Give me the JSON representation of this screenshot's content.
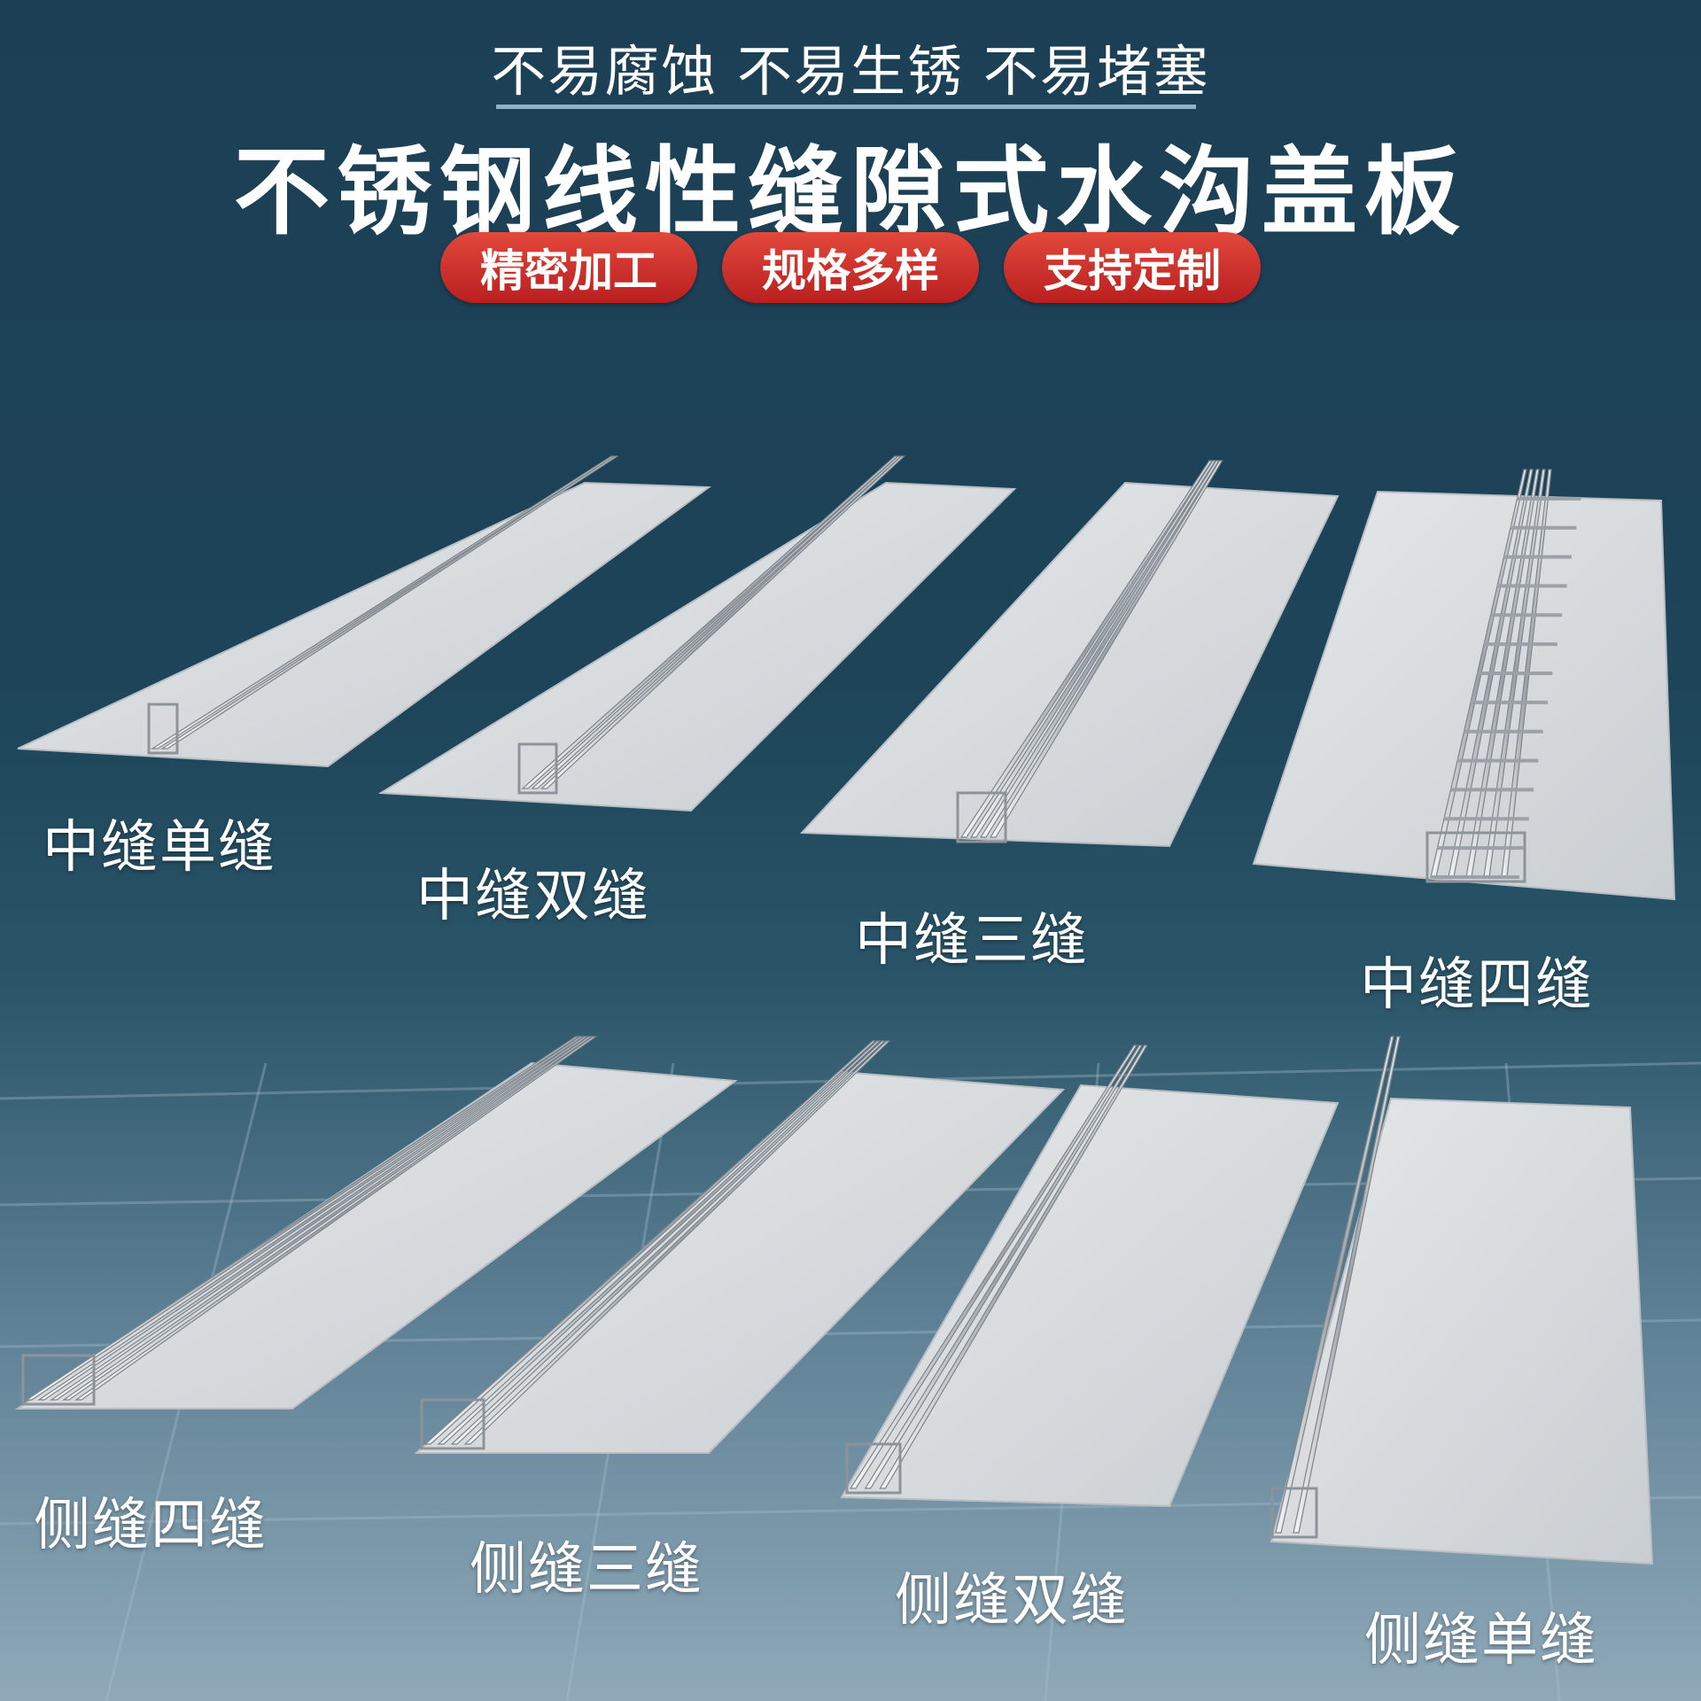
{
  "header": {
    "tagline": "不易腐蚀 不易生锈 不易堵塞",
    "title": "不锈钢线性缝隙式水沟盖板"
  },
  "badges": [
    "精密加工",
    "规格多样",
    "支持定制"
  ],
  "colors": {
    "badge": "#c8282a",
    "background_top": "#1c3f55",
    "background_bottom": "#8fa9b8",
    "panel": "#d9dcdf"
  },
  "products": [
    {
      "label": "中缝单缝",
      "slots": 1,
      "position": "middle"
    },
    {
      "label": "中缝双缝",
      "slots": 2,
      "position": "middle"
    },
    {
      "label": "中缝三缝",
      "slots": 3,
      "position": "middle"
    },
    {
      "label": "中缝四缝",
      "slots": 4,
      "position": "middle"
    },
    {
      "label": "侧缝四缝",
      "slots": 4,
      "position": "side"
    },
    {
      "label": "侧缝三缝",
      "slots": 3,
      "position": "side"
    },
    {
      "label": "侧缝双缝",
      "slots": 2,
      "position": "side"
    },
    {
      "label": "侧缝单缝",
      "slots": 1,
      "position": "side"
    }
  ]
}
